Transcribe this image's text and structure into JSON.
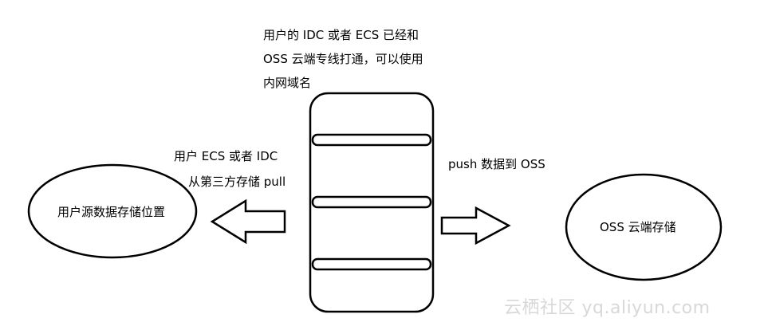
{
  "top_note": {
    "line1": "用户的 IDC 或者 ECS 已经和",
    "line2": "OSS 云端专线打通，可以使用",
    "line3": "内网域名"
  },
  "left_note": {
    "line1": "用户 ECS 或者 IDC",
    "line2": "从第三方存储 pull"
  },
  "right_note": "push 数据到 OSS",
  "source_node": "用户源数据存储位置",
  "target_node": "OSS 云端存储",
  "watermark": "云栖社区 yq.aliyun.com"
}
